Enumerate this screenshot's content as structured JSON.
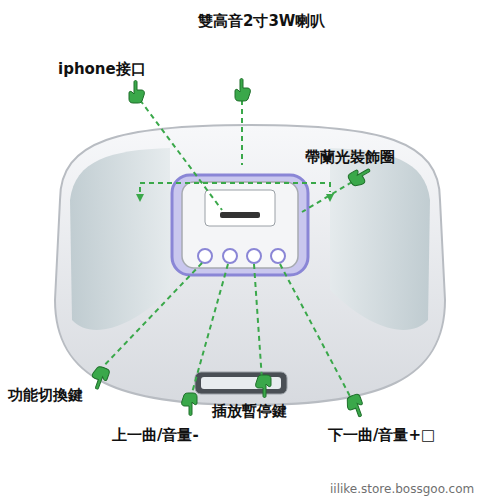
{
  "diagram": {
    "labels": [
      "iphone接口",
      "雙高音2寸3W喇叭",
      "帶蘭光裝飾圈",
      "功能切換鍵",
      "上一曲/音量-",
      "插放暫停鍵",
      "下一曲/音量+□",
      "iilike.store.bossgoo.com"
    ]
  }
}
